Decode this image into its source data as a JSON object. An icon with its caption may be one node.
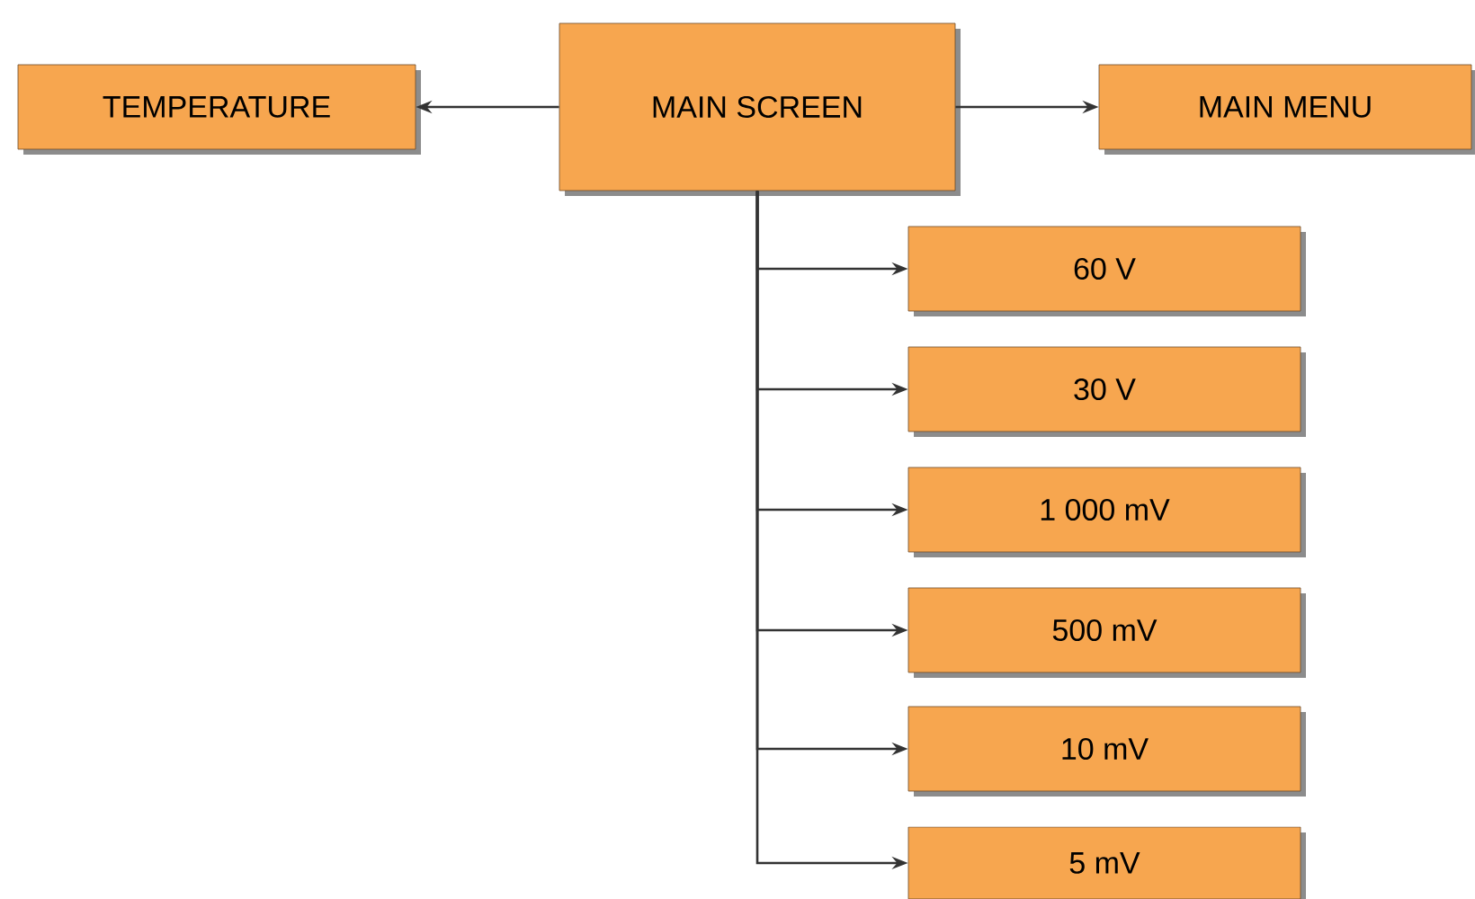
{
  "diagram": {
    "nodes": [
      {
        "text": [
          "TEMPERATURE"
        ]
      },
      {
        "text": [
          "MAIN SCREEN"
        ]
      },
      {
        "text": [
          "MAIN MENU"
        ]
      },
      {
        "text": [
          "60 V"
        ]
      },
      {
        "text": [
          "30 V"
        ]
      },
      {
        "text": [
          "1 000 mV"
        ]
      },
      {
        "text": [
          "500 mV"
        ]
      },
      {
        "text": [
          "10 mV"
        ]
      },
      {
        "text": [
          "5 mV"
        ]
      }
    ],
    "edges": [
      {
        "from": 1,
        "to": 0,
        "arrow": "to"
      },
      {
        "from": 1,
        "to": 2,
        "arrow": "to"
      },
      {
        "from": 1,
        "to": 3,
        "arrow": "to"
      },
      {
        "from": 1,
        "to": 4,
        "arrow": "to"
      },
      {
        "from": 1,
        "to": 5,
        "arrow": "to"
      },
      {
        "from": 1,
        "to": 6,
        "arrow": "to"
      },
      {
        "from": 1,
        "to": 7,
        "arrow": "to"
      },
      {
        "from": 1,
        "to": 8,
        "arrow": "to"
      }
    ]
  }
}
